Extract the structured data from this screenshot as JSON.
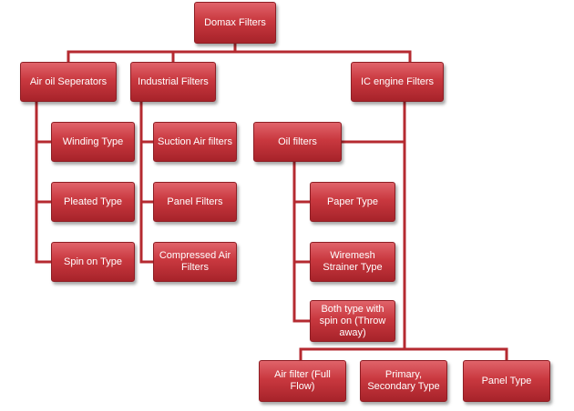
{
  "colors": {
    "node_fill": "#c9383f",
    "connector": "#b52a30",
    "text": "#ffffff"
  },
  "nodes": {
    "root": "Domax Filters",
    "air_oil": "Air oil Seperators",
    "winding": "Winding Type",
    "pleated": "Pleated Type",
    "spin_on": "Spin on Type",
    "industrial": "Industrial Filters",
    "suction": "Suction Air filters",
    "panel_filters": "Panel Filters",
    "compressed": "Compressed Air Filters",
    "ic_engine": "IC engine Filters",
    "oil_filters": "Oil filters",
    "paper": "Paper Type",
    "wiremesh": "Wiremesh Strainer Type",
    "both_type": "Both type with spin on (Throw away)",
    "air_filter": "Air filter (Full Flow)",
    "primary": "Primary, Secondary Type",
    "panel_type": "Panel Type"
  }
}
